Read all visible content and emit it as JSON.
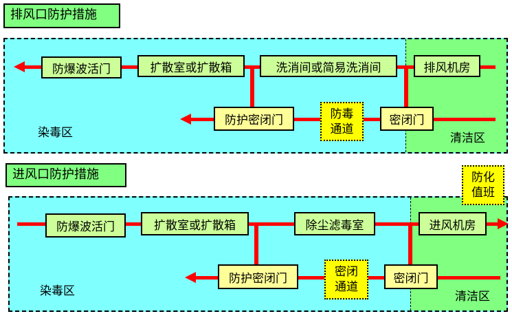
{
  "exhaust": {
    "title": "排风口防护措施",
    "zone_contaminated": "染毒区",
    "zone_clean": "清洁区",
    "row1": [
      "防爆波活门",
      "扩散室或扩散箱",
      "洗消间或简易洗消间",
      "排风机房"
    ],
    "row2": {
      "protective_door": "防护密闭门",
      "passage_line1": "防毒",
      "passage_line2": "通道",
      "airtight_door": "密闭门"
    }
  },
  "intake": {
    "title": "进风口防护措施",
    "zone_contaminated": "染毒区",
    "zone_clean": "清洁区",
    "duty_line1": "防化",
    "duty_line2": "值班",
    "row1": [
      "防爆波活门",
      "扩散室或扩散箱",
      "除尘滤毒室",
      "进风机房"
    ],
    "row2": {
      "protective_door": "防护密闭门",
      "passage_line1": "密闭",
      "passage_line2": "通道",
      "airtight_door": "密闭门"
    }
  },
  "colors": {
    "contaminated_zone": "#80FFFF",
    "clean_zone": "#80FF80",
    "component_box": "#CCFF99",
    "door_box": "#FFFF99",
    "passage_box": "#FFFF00",
    "airflow_line": "#FF0000"
  }
}
